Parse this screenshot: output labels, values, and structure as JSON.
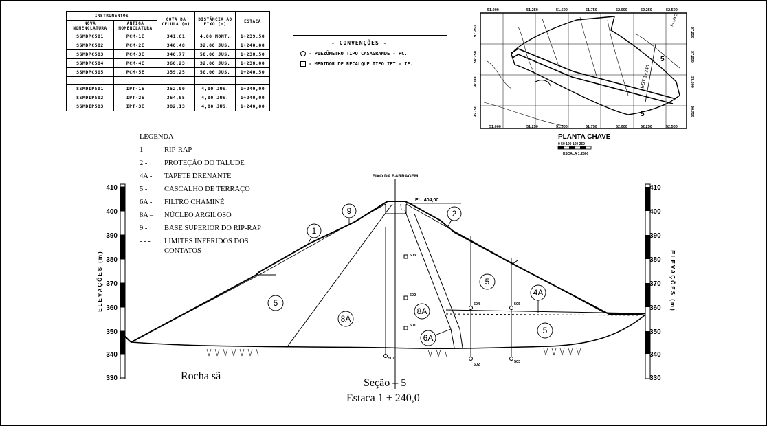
{
  "instrument_table": {
    "headers": [
      "INSTRUMENTOS",
      "NOVA NOMENCLATURA",
      "ANTIGA NOMENCLATURA",
      "COTA DA CÉLULA (m)",
      "DISTÂNCIA AO EIXO (m)",
      "ESTACA"
    ],
    "rows": [
      [
        "SSMDPC501",
        "PCM-1E",
        "341,61",
        "4,00 MONT.",
        "1+239,50"
      ],
      [
        "SSMDPC502",
        "PCM-2E",
        "340,48",
        "32,00 JUS.",
        "1+240,00"
      ],
      [
        "SSMDPC503",
        "PCM-3E",
        "340,77",
        "50,00 JUS.",
        "1+238,50"
      ],
      [
        "SSMDPC504",
        "PCM-4E",
        "360,23",
        "32,00 JUS.",
        "1+238,00"
      ],
      [
        "SSMDPC505",
        "PCM-5E",
        "359,25",
        "50,00 JUS.",
        "1+240,50"
      ],
      [
        "SSMDIP501",
        "IPT-1E",
        "352,00",
        "4,00 JUS.",
        "1+240,00"
      ],
      [
        "SSMDIP502",
        "IPT-2E",
        "364,95",
        "4,00 JUS.",
        "1+240,00"
      ],
      [
        "SSMDIP503",
        "IPT-3E",
        "382,13",
        "4,00 JUS.",
        "1+240,00"
      ]
    ]
  },
  "conventions": {
    "title": "- CONVENÇÕES -",
    "piezometer": "- PIEZÔMETRO TIPO CASAGRANDE - PC.",
    "settlement": "- MEDIDOR DE RECALQUE TIPO IPT - IP."
  },
  "key_plan": {
    "title": "PLANTA CHAVE",
    "scale_label": "0  50 100 150  250",
    "scale_caption": "ESCALA 1:2500",
    "top_coords": [
      "51.000",
      "51.250",
      "51.500",
      "51.750",
      "52.000",
      "52.250",
      "52.500"
    ],
    "side_coords": [
      "97.250",
      "97.250",
      "97.000",
      "96.750"
    ],
    "labels": [
      "EST 1+240",
      "FLUXO",
      "5",
      "5"
    ]
  },
  "legend": {
    "title": "LEGENDA",
    "items": [
      {
        "num": "1 -",
        "label": "RIP-RAP"
      },
      {
        "num": "2 -",
        "label": "PROTEÇÃO DO TALUDE"
      },
      {
        "num": "4A -",
        "label": "TAPETE DRENANTE"
      },
      {
        "num": "5 -",
        "label": "CASCALHO DE TERRAÇO"
      },
      {
        "num": "6A -",
        "label": "FILTRO CHAMINÉ"
      },
      {
        "num": "8A –",
        "label": "NÚCLEO ARGILOSO"
      },
      {
        "num": "9 -",
        "label": "BASE SUPERIOR DO RIP-RAP"
      },
      {
        "num": "- - -",
        "label": "LIMITES INFERIDOS DOS"
      },
      {
        "num": "",
        "label": "CONTATOS"
      }
    ]
  },
  "section": {
    "axis_label": "EIXO DA BARRAGEM",
    "crest_label": "EL. 404,00",
    "elevation_axis_title": "ELEVAÇÕES (m)",
    "elevation_ticks": [
      "410",
      "400",
      "390",
      "380",
      "370",
      "360",
      "350",
      "340",
      "330"
    ],
    "zone_labels": [
      "1",
      "9",
      "2",
      "5",
      "8A",
      "8A",
      "6A",
      "5",
      "4A",
      "5"
    ],
    "instrument_labels": [
      "503",
      "502",
      "501",
      "501",
      "504",
      "505",
      "502",
      "503"
    ],
    "foundation_label": "Rocha sã",
    "section_title": "Seção – 5",
    "station_title": "Estaca 1 + 240,0"
  }
}
